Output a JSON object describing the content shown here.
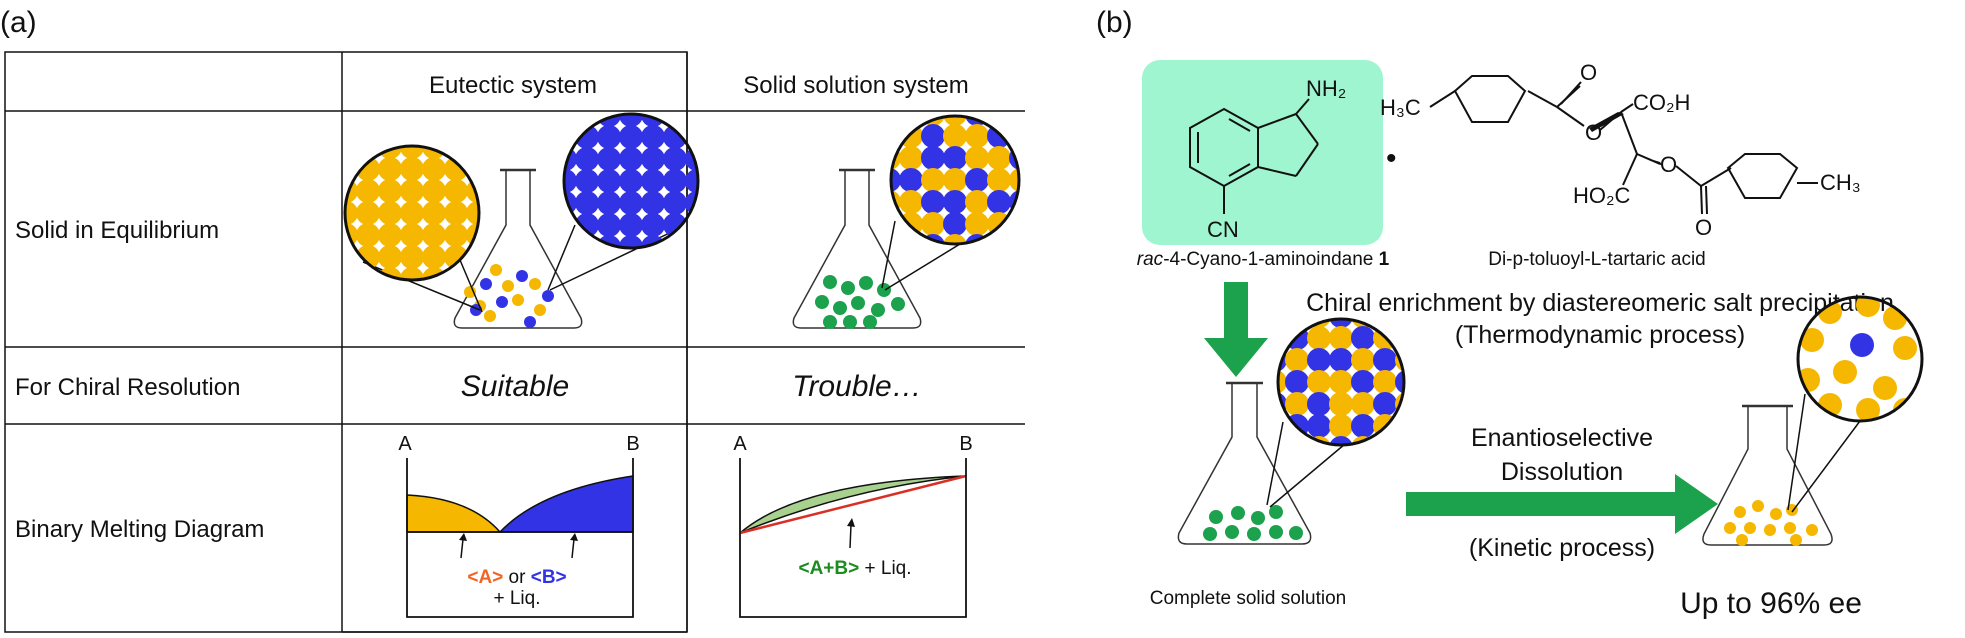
{
  "panel_a": {
    "label": "(a)",
    "headers": {
      "col1": "Eutectic system",
      "col2": "Solid solution system"
    },
    "rows": {
      "solid": "Solid in Equilibrium",
      "chiral": "For Chiral Resolution",
      "binary": "Binary Melting Diagram"
    },
    "verdicts": {
      "eutectic": "Suitable",
      "solid_solution": "Trouble…"
    },
    "diagram_eutectic": {
      "left_axis": "A",
      "right_axis": "B",
      "label_a": "<A>",
      "or_text": "or",
      "label_b": "<B>",
      "liq": "+ Liq."
    },
    "diagram_solid_solution": {
      "left_axis": "A",
      "right_axis": "B",
      "label_ab": "<A+B>",
      "liq": "+ Liq."
    }
  },
  "panel_b": {
    "label": "(b)",
    "amine": {
      "nh2": "NH₂",
      "cn": "CN",
      "name_prefix": "rac",
      "name_main": "-4-Cyano-1-aminoindane ",
      "name_num": "1"
    },
    "acid": {
      "h3c": "H₃C",
      "o1": "O",
      "o2": "O",
      "co2h": "CO₂H",
      "ho2c": "HO₂C",
      "o3": "O",
      "o4": "O",
      "ch3": "CH₃",
      "name": "Di-p-toluoyl-L-tartaric acid"
    },
    "salt_dot": "•",
    "enrichment_line1": "Chiral enrichment by diastereomeric salt precipitation",
    "enrichment_line2": "(Thermodynamic process)",
    "complete_solid": "Complete solid solution",
    "enantio_line1": "Enantioselective",
    "enantio_line2": "Dissolution",
    "kinetic": "(Kinetic process)",
    "result": "Up to 96% ee"
  },
  "colors": {
    "yellow": "#F5B700",
    "blue": "#3333E6",
    "green": "#1CA14D",
    "light_green_box": "#9FF5CF",
    "liquid_green": "#A9D18E",
    "orange_label": "#F26522",
    "red_curve": "#D93025",
    "dark_green_label": "#1E8B22"
  }
}
